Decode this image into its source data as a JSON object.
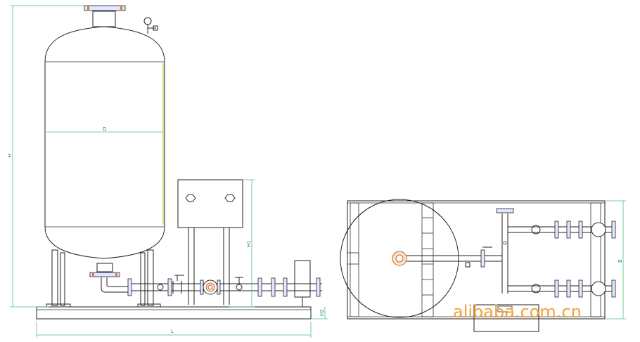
{
  "dimensions": {
    "height_overall": "H",
    "diameter": "D",
    "height_pump": "H1",
    "height_base": "H2",
    "length": "L",
    "width": "B"
  },
  "watermark": "alibaba.com.cn",
  "colors": {
    "line": "#222222",
    "dimension": "#4bbf86",
    "flange_fill": "#e2e6ff",
    "bolt": "#e07a30",
    "watermark": "#f0a23a"
  }
}
